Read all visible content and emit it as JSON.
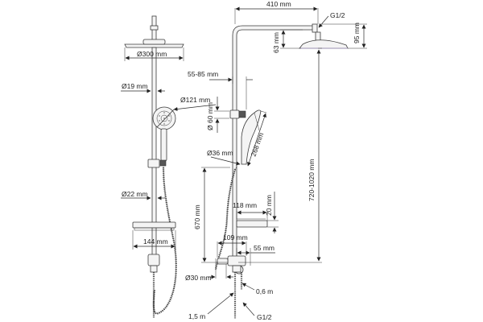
{
  "front_view": {
    "head_diameter": "Ø300 mm",
    "pipe_diameter": "Ø19 mm",
    "hand_shower_diameter": "Ø121 mm",
    "rail_diameter": "Ø22 mm",
    "shelf_width": "144 mm"
  },
  "side_view": {
    "arm_length": "410 mm",
    "connection_top": "G1/2",
    "head_height": "95 mm",
    "head_offset": "63 mm",
    "holder_range": "55-85 mm",
    "holder_diameter": "Ø 60 mm",
    "hand_length": "268 mm",
    "handle_diameter": "Ø36 mm",
    "height_range": "720-1020 mm",
    "lower_height": "670 mm",
    "shelf_depth": "118 mm",
    "shelf_height": "20 mm",
    "mixer_width": "109 mm",
    "mixer_offset": "55 mm",
    "inlet_diameter": "Ø30 mm",
    "hose_length": "1,5 m",
    "outlet_length": "0,6 m",
    "connection_bottom": "G1/2"
  }
}
